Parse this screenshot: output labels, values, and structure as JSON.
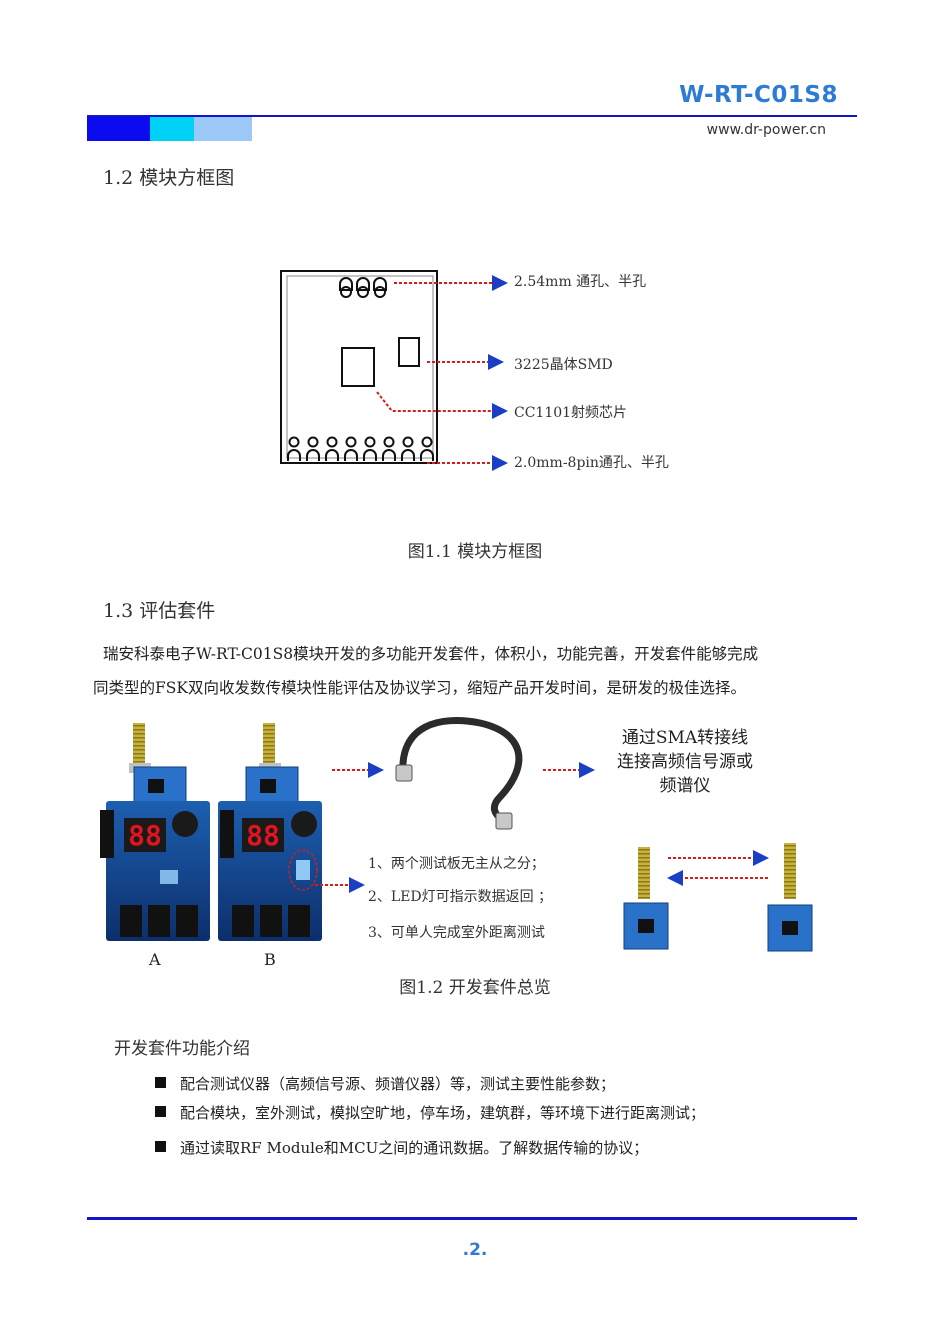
{
  "header": {
    "brand": "W-RT-C01S8",
    "url": "www.dr-power.cn",
    "colors": {
      "brand": "#2e7bd6",
      "rule": "#1515c8",
      "bar_dark": "#0b0bf0",
      "bar_cyan": "#00d2f5",
      "bar_light": "#9cc8f8"
    }
  },
  "section_1_2": {
    "heading": "1.2 模块方框图",
    "labels": [
      "2.54mm 通孔、半孔",
      "3225晶体SMD",
      "CC1101射频芯片",
      "2.0mm-8pin通孔、半孔"
    ],
    "caption": "图1.1 模块方框图"
  },
  "section_1_3": {
    "heading": "1.3 评估套件",
    "para_line1": "瑞安科泰电子W-RT-C01S8模块开发的多功能开发套件，体积小，功能完善，开发套件能够完成",
    "para_line2": "同类型的FSK双向收发数传模块性能评估及协议学习，缩短产品开发时间，是研发的极佳选择。",
    "sma_note": [
      "通过SMA转接线",
      "连接高频信号源或",
      "频谱仪"
    ],
    "notes": [
      "1、两个测试板无主从之分；",
      "2、LED灯可指示数据返回 ；",
      "3、可单人完成室外距离测试"
    ],
    "board_a": "A",
    "board_b": "B",
    "display_a": "88",
    "display_b": "88",
    "caption": "图1.2 开发套件总览"
  },
  "features": {
    "title": "开发套件功能介绍",
    "items": [
      "配合测试仪器（高频信号源、频谱仪器）等，测试主要性能参数；",
      "配合模块，室外测试，模拟空旷地，停车场，建筑群，等环境下进行距离测试；",
      "通过读取RF Module和MCU之间的通讯数据。了解数据传输的协议；"
    ]
  },
  "footer": {
    "page": ".2."
  }
}
